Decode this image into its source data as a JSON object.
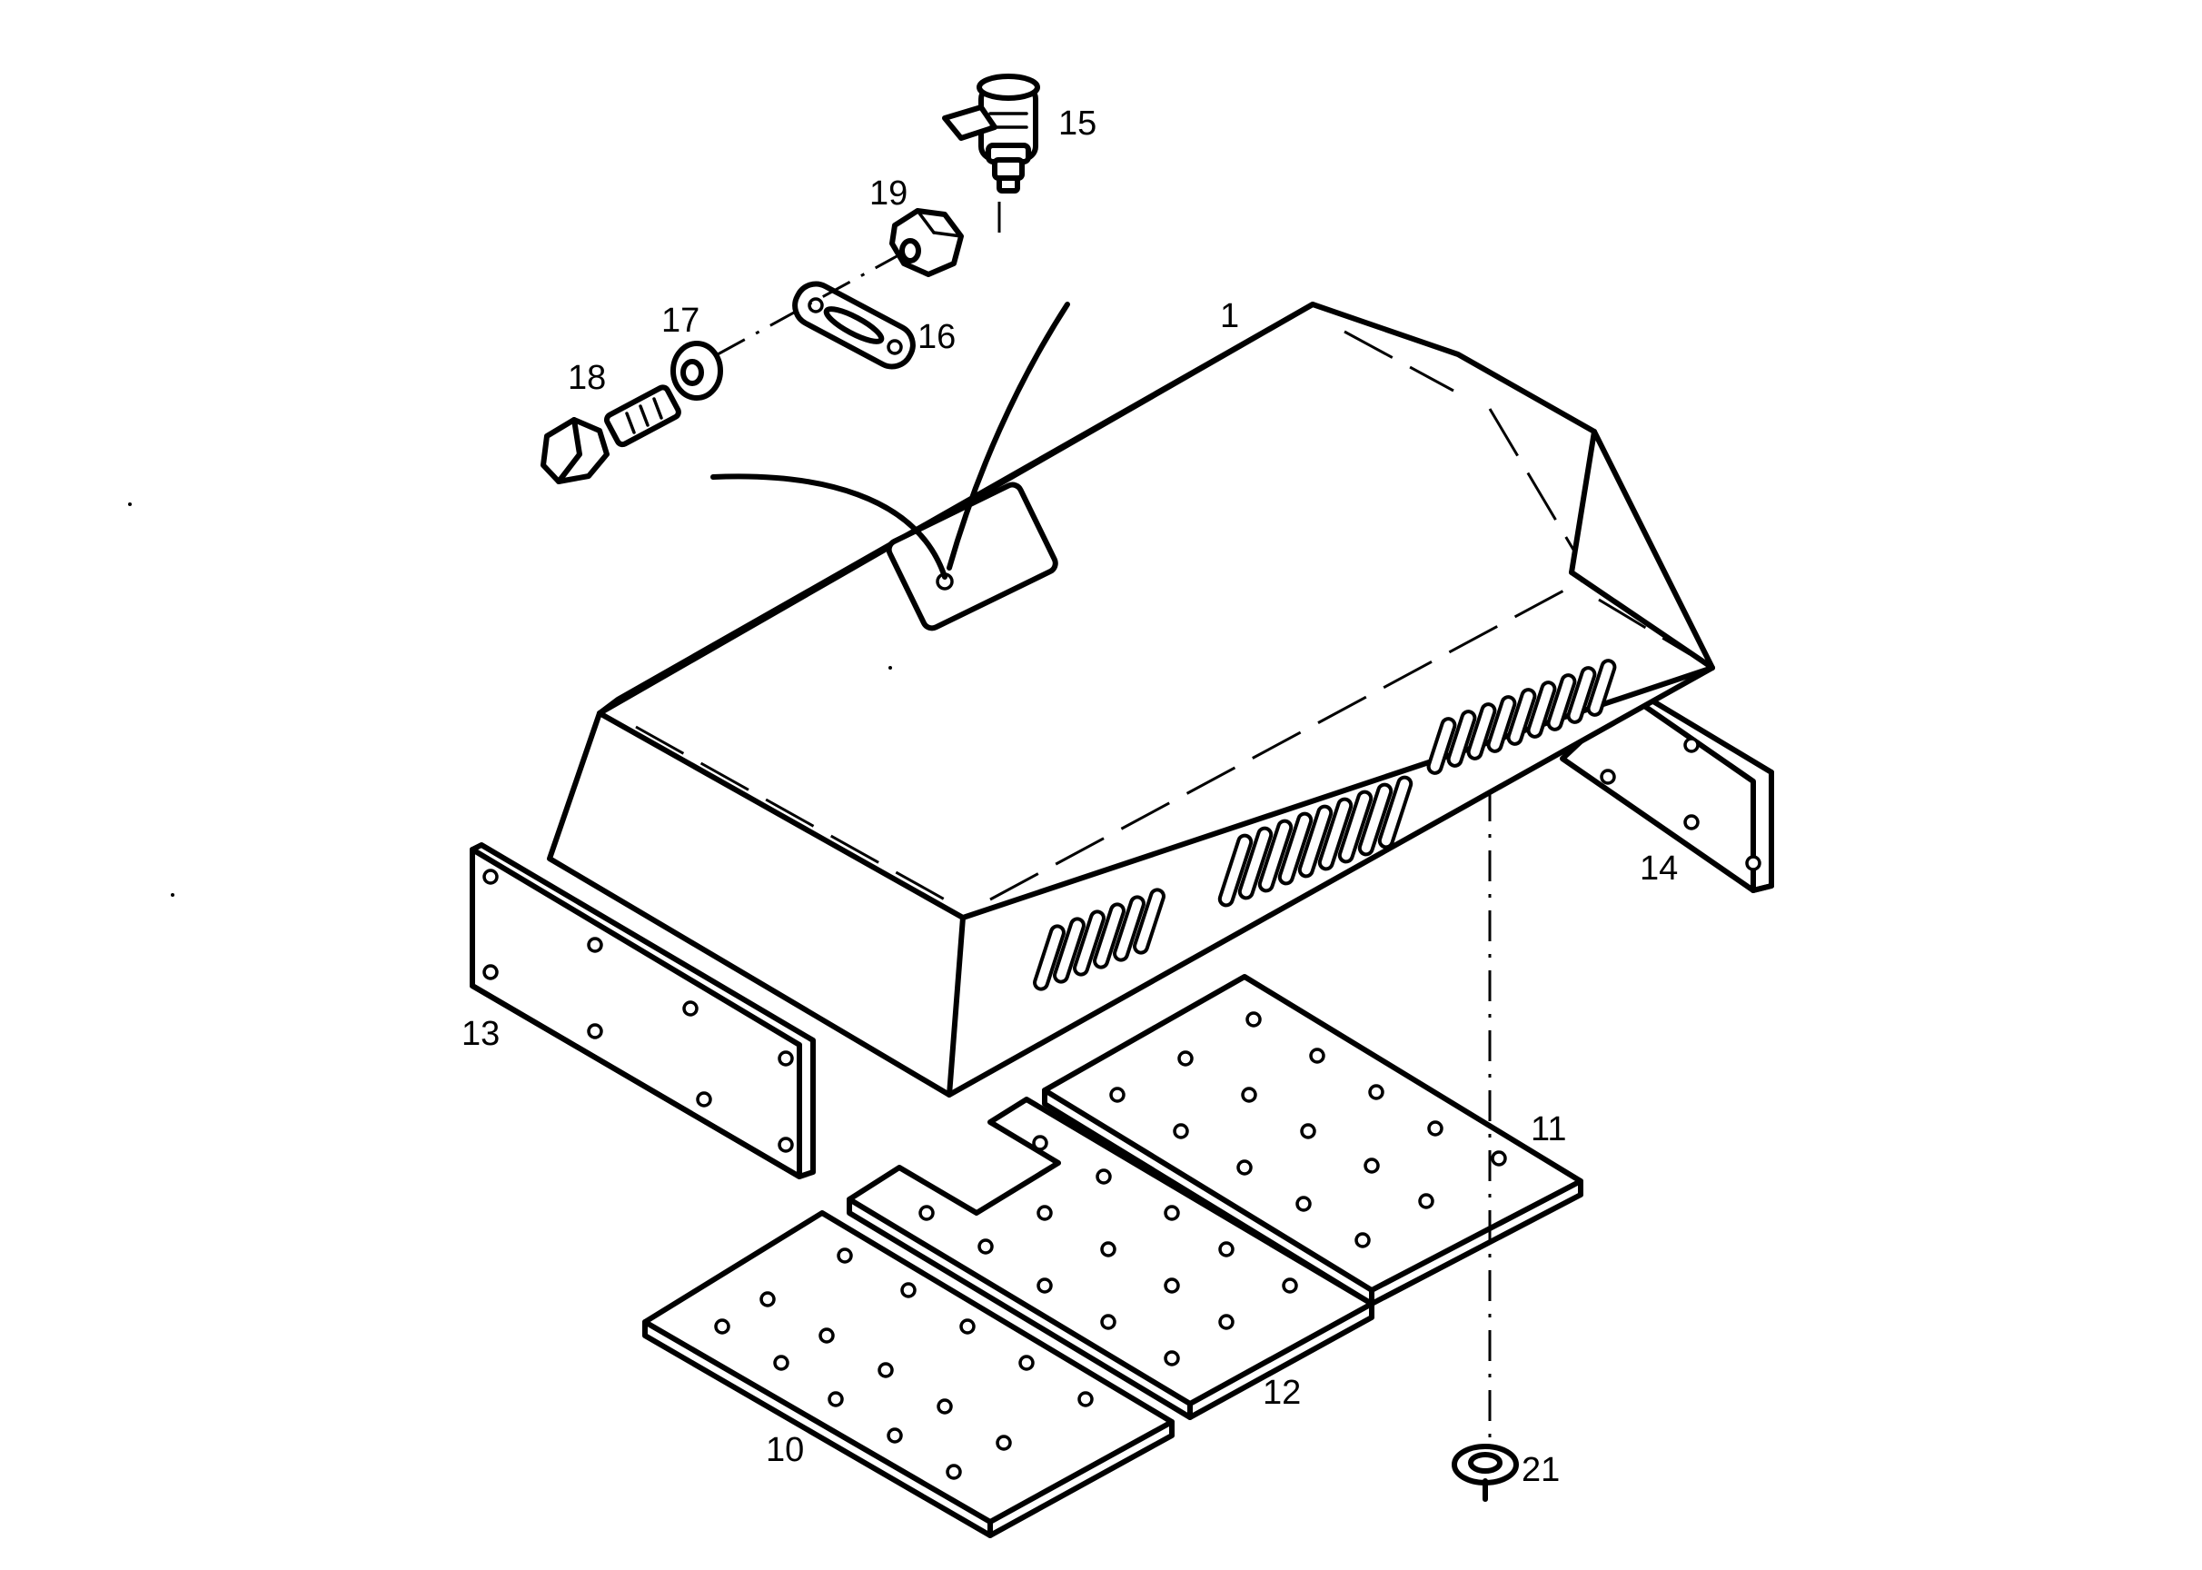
{
  "labels": {
    "p1": "1",
    "p10": "10",
    "p11": "11",
    "p12": "12",
    "p13": "13",
    "p14": "14",
    "p15": "15",
    "p16": "16",
    "p17": "17",
    "p18": "18",
    "p19": "19",
    "p21": "21"
  },
  "colors": {
    "ink": "#000000",
    "paper": "#ffffff"
  }
}
